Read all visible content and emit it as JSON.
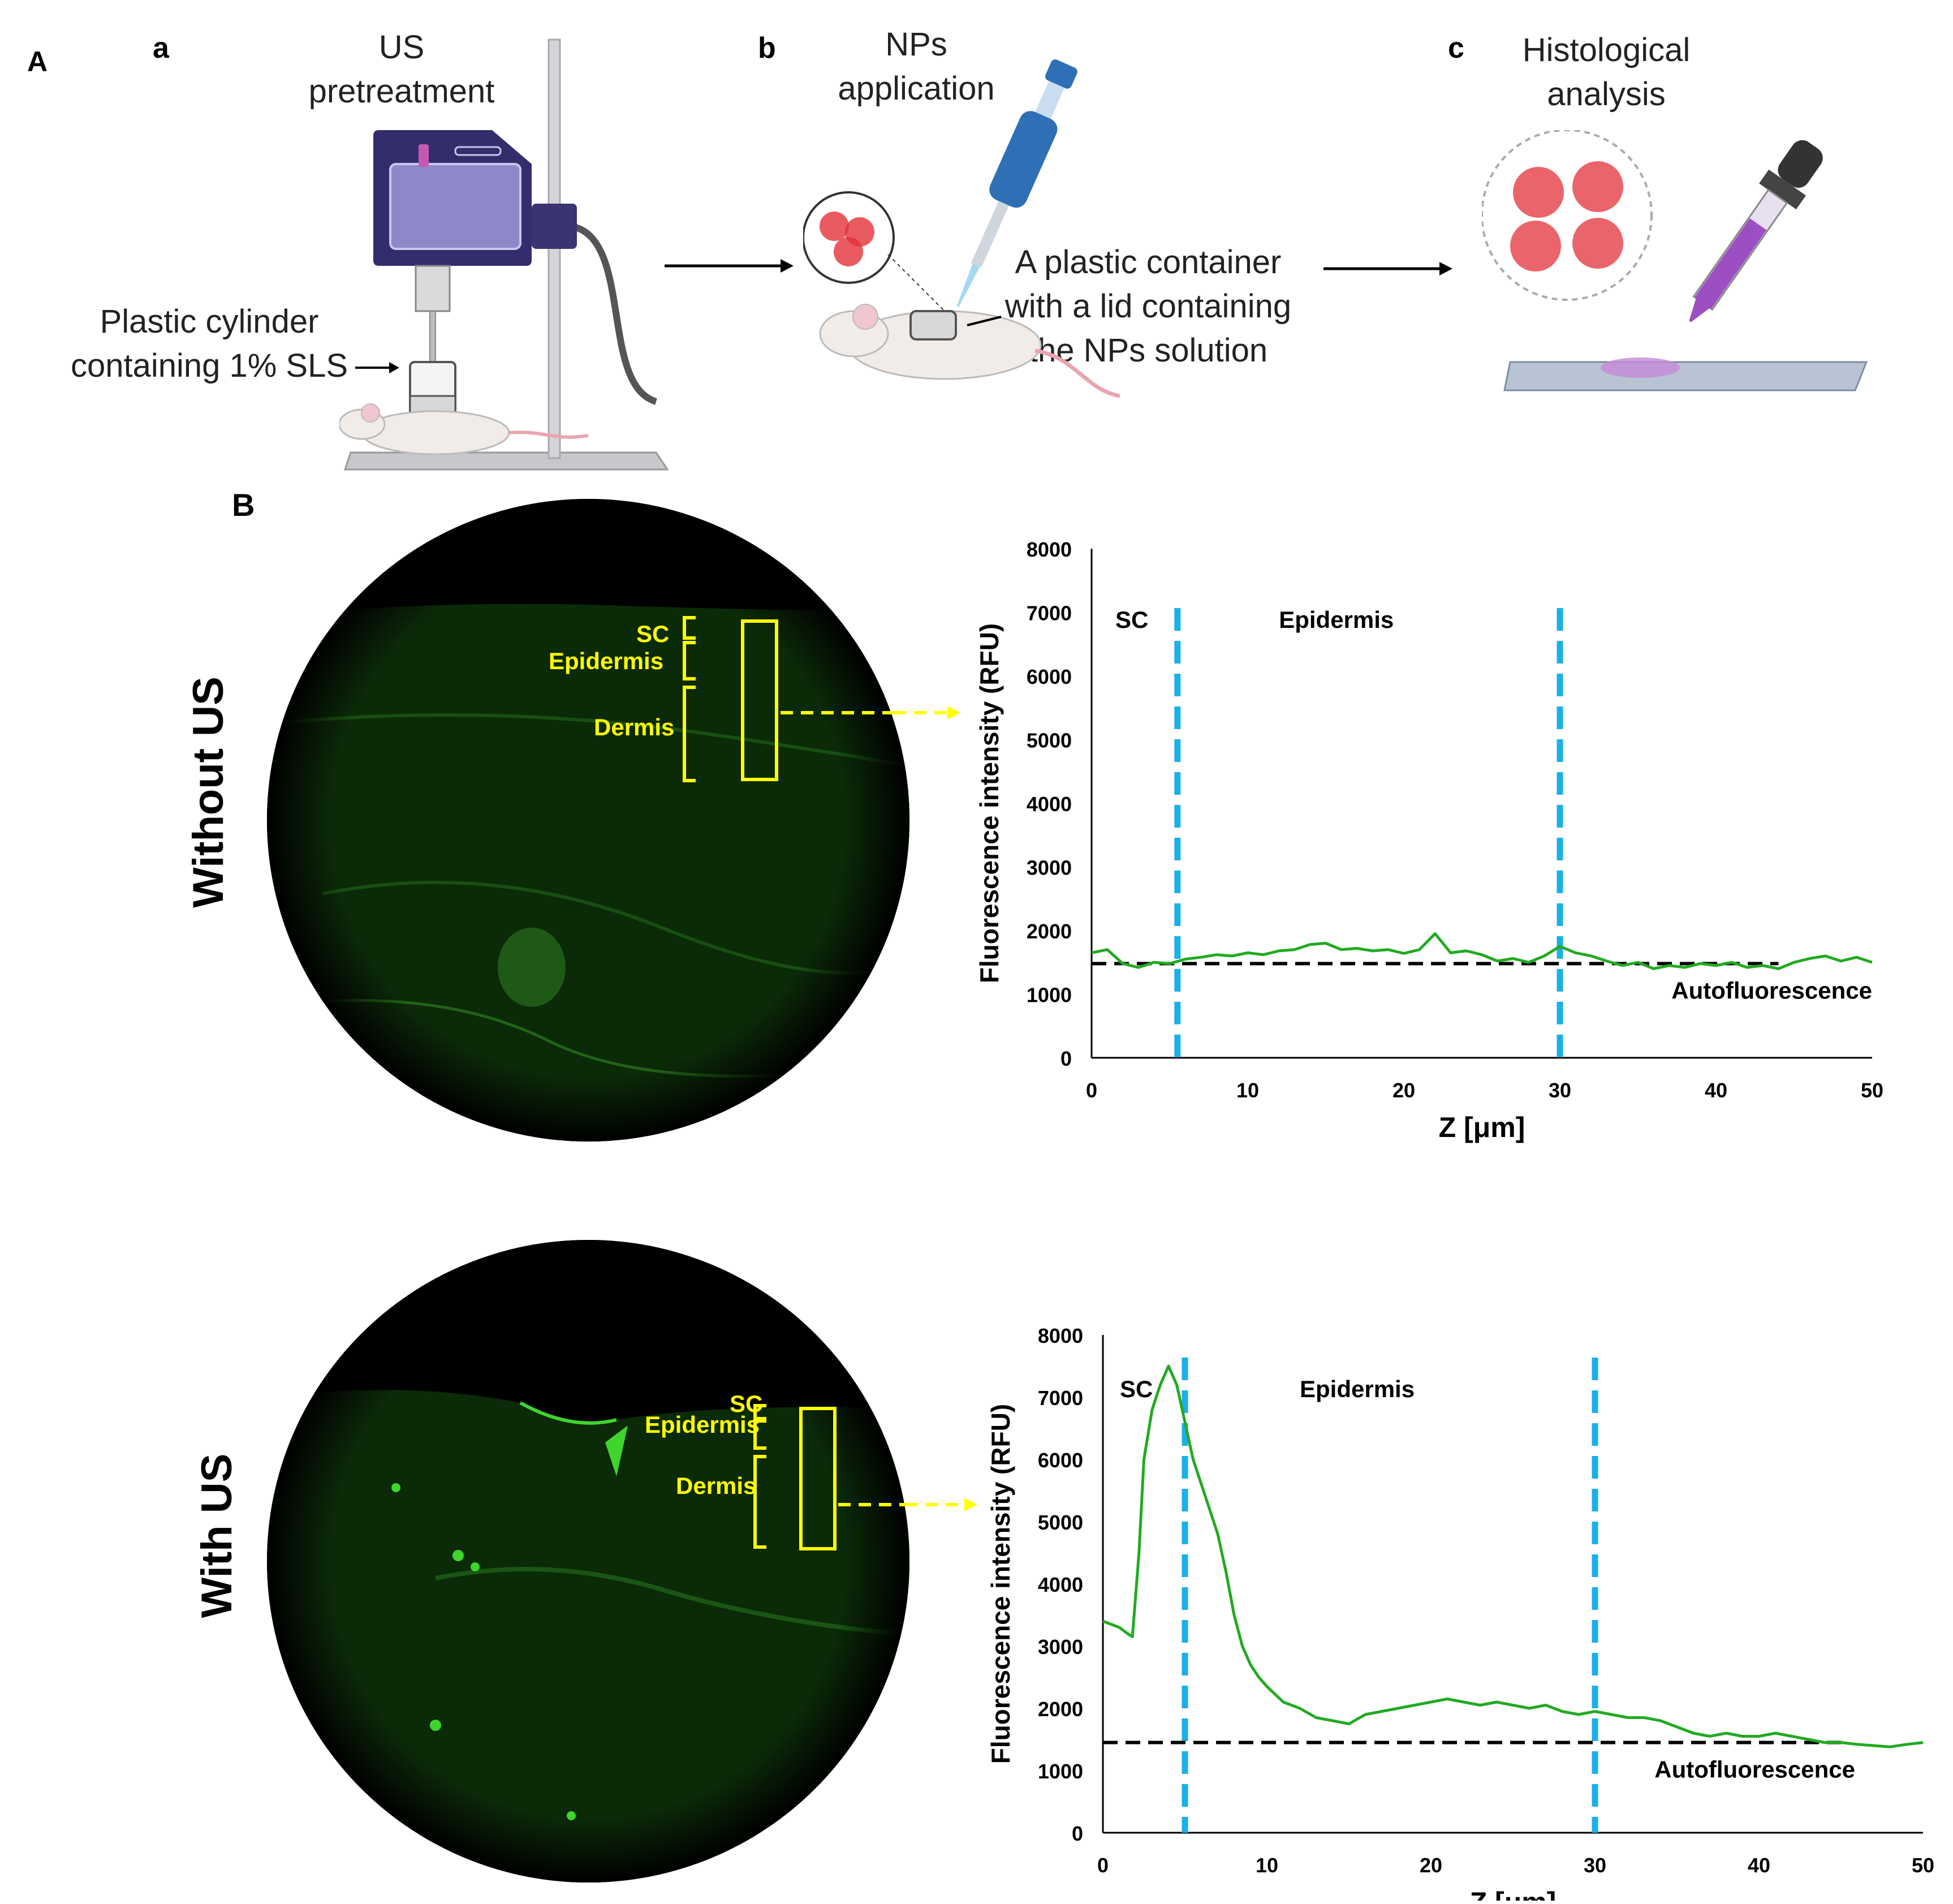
{
  "panel_A": {
    "label": "A",
    "steps": [
      {
        "letter": "a",
        "title_line1": "US",
        "title_line2": "pretreatment",
        "note_line1": "Plastic cylinder",
        "note_line2": "containing 1% SLS"
      },
      {
        "letter": "b",
        "title_line1": "NPs",
        "title_line2": "application",
        "note_line1": "A plastic container",
        "note_line2": "with a lid containing",
        "note_line3": "the NPs solution"
      },
      {
        "letter": "c",
        "title_line1": "Histological",
        "title_line2": "analysis"
      }
    ]
  },
  "panel_B": {
    "label": "B",
    "rows": [
      {
        "row_label": "Without US",
        "layers": {
          "sc": "SC",
          "epidermis": "Epidermis",
          "dermis": "Dermis"
        }
      },
      {
        "row_label": "With US",
        "layers": {
          "sc": "SC",
          "epidermis": "Epidermis",
          "dermis": "Dermis"
        }
      }
    ]
  },
  "colors": {
    "signal": "#22aa22",
    "boundary": "#1ab0e8",
    "annotation": "#ffff00",
    "baseline": "#000000"
  },
  "chart_data": [
    {
      "type": "line",
      "xlabel": "Z [μm]",
      "ylabel": "Fluorescence intensity (RFU)",
      "xlim": [
        0,
        50
      ],
      "ylim": [
        0,
        8000
      ],
      "xticks": [
        0,
        10,
        20,
        30,
        40,
        50
      ],
      "yticks": [
        0,
        1000,
        2000,
        3000,
        4000,
        5000,
        6000,
        7000,
        8000
      ],
      "region_labels": [
        "SC",
        "Epidermis"
      ],
      "boundaries": [
        5.5,
        30
      ],
      "baseline": {
        "label": "Autofluorescence",
        "y": 1480,
        "x_end": 44
      },
      "series": [
        {
          "x": [
            0,
            1,
            2,
            3,
            4,
            5,
            6,
            7,
            8,
            9,
            10,
            11,
            12,
            13,
            14,
            15,
            16,
            17,
            18,
            19,
            20,
            21,
            22,
            23,
            24,
            25,
            26,
            27,
            28,
            29,
            30,
            31,
            32,
            33,
            34,
            35,
            36,
            37,
            38,
            39,
            40,
            41,
            42,
            43,
            44,
            45,
            46,
            47,
            48,
            49,
            50
          ],
          "y": [
            1650,
            1700,
            1480,
            1420,
            1500,
            1480,
            1550,
            1580,
            1620,
            1600,
            1650,
            1620,
            1680,
            1700,
            1780,
            1800,
            1700,
            1720,
            1680,
            1700,
            1640,
            1700,
            1950,
            1650,
            1680,
            1620,
            1520,
            1560,
            1500,
            1600,
            1750,
            1650,
            1600,
            1520,
            1450,
            1500,
            1400,
            1450,
            1420,
            1480,
            1450,
            1500,
            1420,
            1450,
            1400,
            1500,
            1560,
            1600,
            1520,
            1580,
            1500
          ]
        }
      ]
    },
    {
      "type": "line",
      "xlabel": "Z [μm]",
      "ylabel": "Fluorescence intensity (RFU)",
      "xlim": [
        0,
        50
      ],
      "ylim": [
        0,
        8000
      ],
      "xticks": [
        0,
        10,
        20,
        30,
        40,
        50
      ],
      "yticks": [
        0,
        1000,
        2000,
        3000,
        4000,
        5000,
        6000,
        7000,
        8000
      ],
      "region_labels": [
        "SC",
        "Epidermis"
      ],
      "boundaries": [
        5,
        30
      ],
      "baseline": {
        "label": "Autofluorescence",
        "y": 1450,
        "x_end": 45
      },
      "series": [
        {
          "x": [
            0,
            0.5,
            1,
            1.5,
            1.8,
            2.2,
            2.5,
            3,
            3.5,
            4,
            4.5,
            5,
            5.5,
            6,
            6.5,
            7,
            7.5,
            8,
            8.5,
            9,
            9.5,
            10,
            11,
            12,
            13,
            14,
            15,
            16,
            17,
            18,
            19,
            20,
            21,
            22,
            23,
            24,
            25,
            26,
            27,
            28,
            29,
            30,
            31,
            32,
            33,
            34,
            35,
            36,
            37,
            38,
            39,
            40,
            41,
            42,
            43,
            44,
            45,
            46,
            47,
            48,
            49,
            50
          ],
          "y": [
            3400,
            3350,
            3300,
            3200,
            3150,
            4500,
            6000,
            6800,
            7200,
            7500,
            7200,
            6600,
            6000,
            5600,
            5200,
            4800,
            4200,
            3500,
            3000,
            2700,
            2500,
            2350,
            2100,
            2000,
            1850,
            1800,
            1750,
            1900,
            1950,
            2000,
            2050,
            2100,
            2150,
            2100,
            2050,
            2100,
            2050,
            2000,
            2050,
            1950,
            1900,
            1950,
            1900,
            1850,
            1850,
            1800,
            1700,
            1600,
            1550,
            1600,
            1550,
            1550,
            1600,
            1550,
            1500,
            1450,
            1450,
            1420,
            1400,
            1380,
            1420,
            1450
          ]
        }
      ]
    }
  ]
}
